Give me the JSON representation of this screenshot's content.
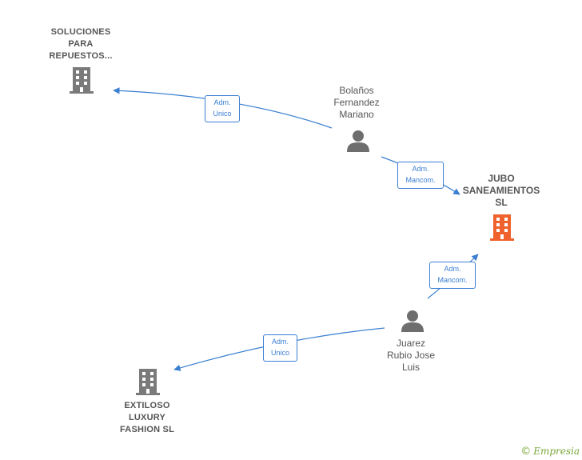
{
  "nodes": {
    "soluciones": {
      "label": "SOLUCIONES\nPARA\nREPUESTOS...",
      "icon": "building-icon",
      "color": "#7a7a7a"
    },
    "bolanos": {
      "label": "Bolaños\nFernandez\nMariano",
      "icon": "person-icon",
      "color": "#6e6e6e"
    },
    "jubo": {
      "label": "JUBO\nSANEAMIENTOS\nSL",
      "icon": "building-icon",
      "color": "#f0622d"
    },
    "juarez": {
      "label": "Juarez\nRubio Jose\nLuis",
      "icon": "person-icon",
      "color": "#6e6e6e"
    },
    "extiloso": {
      "label": "EXTILOSO\nLUXURY\nFASHION  SL",
      "icon": "building-icon",
      "color": "#7a7a7a"
    }
  },
  "relations": {
    "r1": {
      "label": "Adm.\nUnico"
    },
    "r2": {
      "label": "Adm.\nMancom."
    },
    "r3": {
      "label": "Adm.\nMancom."
    },
    "r4": {
      "label": "Adm.\nUnico"
    }
  },
  "edge_color": "#3b7fd1",
  "footer": {
    "copyright": "©",
    "brand": "Empresia",
    "brand_color": "#7aa83a"
  }
}
